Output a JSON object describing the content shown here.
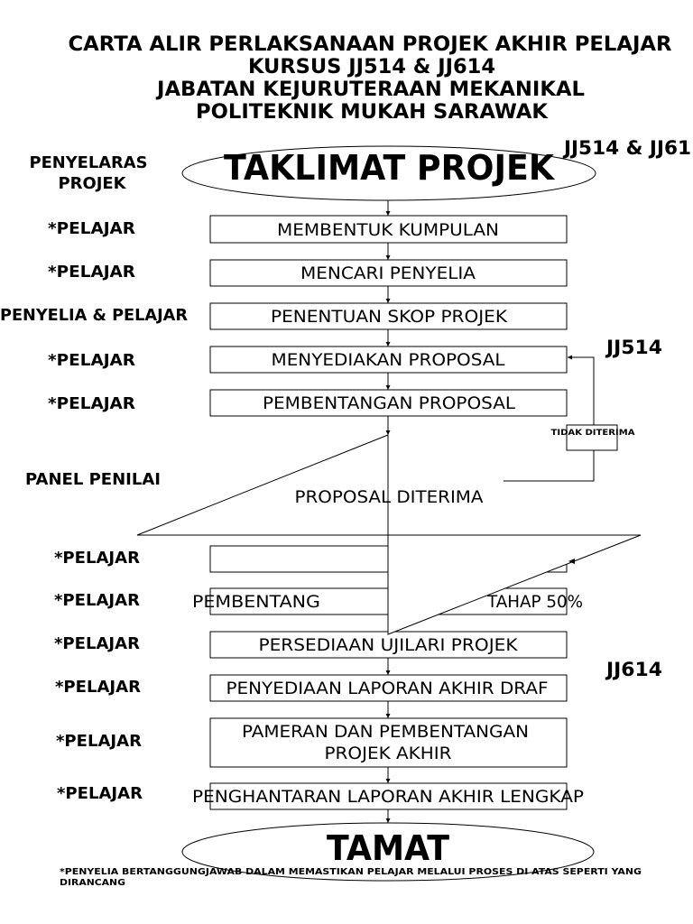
{
  "title": {
    "lines": [
      "CARTA ALIR PERLAKSANAAN PROJEK AKHIR PELAJAR",
      "KURSUS JJ514 & JJ614",
      "JABATAN KEJURUTERAAN MEKANIKAL",
      "POLITEKNIK MUKAH SARAWAK"
    ]
  },
  "start": {
    "label": "TAKLIMAT PROJEK",
    "role_lines": [
      "PENYELARAS",
      "PROJEK"
    ],
    "course_tag": "JJ514 & JJ61"
  },
  "steps": [
    {
      "role": "*PELAJAR",
      "label": "MEMBENTUK KUMPULAN"
    },
    {
      "role": "*PELAJAR",
      "label": "MENCARI PENYELIA"
    },
    {
      "role": "PENYELIA & PELAJAR",
      "label": "PENENTUAN SKOP PROJEK"
    },
    {
      "role": "*PELAJAR",
      "label": "MENYEDIAKAN PROPOSAL"
    },
    {
      "role": "*PELAJAR",
      "label": "PEMBENTANGAN PROPOSAL"
    }
  ],
  "decision": {
    "role": "PANEL PENILAI",
    "label": "PROPOSAL DITERIMA",
    "reject_label": "TIDAK DITERIMA"
  },
  "phase_tags": {
    "first": "JJ514",
    "second": "JJ614"
  },
  "steps_after": [
    {
      "role": "*PELAJAR"
    },
    {
      "role": "*PELAJAR",
      "label_parts": [
        "PEMBENTANG",
        "TAHAP 50%"
      ]
    },
    {
      "role": "*PELAJAR",
      "label": "PERSEDIAAN UJILARI PROJEK"
    },
    {
      "role": "*PELAJAR",
      "label": "PENYEDIAAN LAPORAN AKHIR DRAF"
    },
    {
      "role": "*PELAJAR",
      "label_lines": [
        "PAMERAN DAN PEMBENTANGAN",
        "PROJEK AKHIR"
      ]
    },
    {
      "role": "*PELAJAR",
      "label": "PENGHANTARAN LAPORAN AKHIR LENGKAP"
    }
  ],
  "end": {
    "label": "TAMAT"
  },
  "footnote": [
    "*PENYELIA BERTANGGUNGJAWAB DALAM MEMASTIKAN PELAJAR MELALUI PROSES DI ATAS SEPERTI YANG",
    "DIRANCANG"
  ]
}
